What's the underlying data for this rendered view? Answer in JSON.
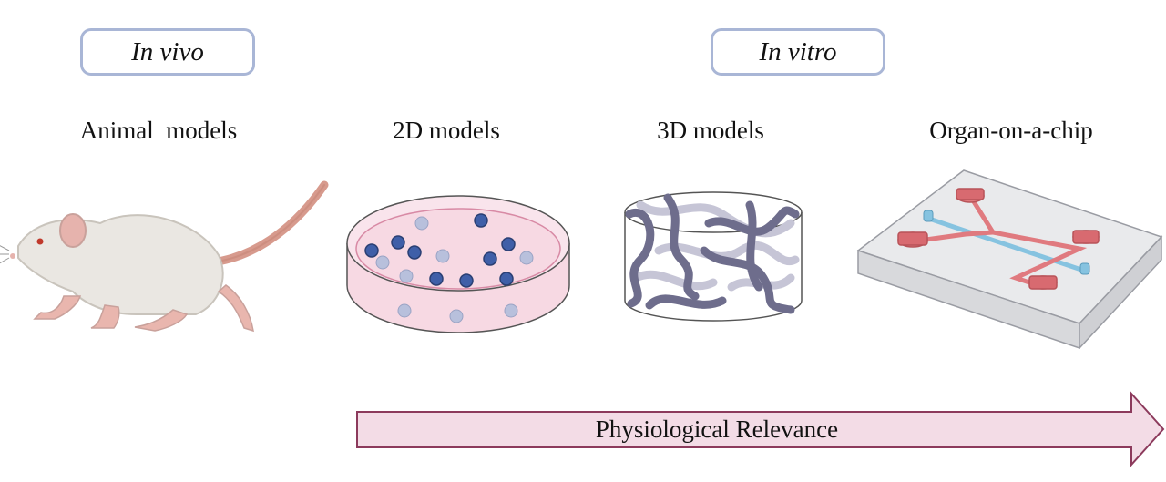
{
  "headers": {
    "in_vivo": "In vivo",
    "in_vitro": "In vitro"
  },
  "models": {
    "animal": "Animal  models",
    "two_d": "2D models",
    "three_d": "3D models",
    "organ_chip": "Organ-on-a-chip"
  },
  "arrow": {
    "label": "Physiological Relevance"
  },
  "colors": {
    "pill_border": "#a9b6d6",
    "arrow_fill": "#f3dce6",
    "arrow_stroke": "#8c3a5c",
    "dish_fill": "#f7d9e3",
    "cell_dark": "#3f5fa8",
    "cell_light": "#b8c0dc",
    "fiber": "#6e6d8c",
    "chip_channel_red": "#e07a7f",
    "chip_channel_blue": "#86c3e0"
  },
  "icons": [
    "mouse-illustration",
    "petri-dish-illustration",
    "hydrogel-scaffold-illustration",
    "microfluidic-chip-illustration"
  ]
}
